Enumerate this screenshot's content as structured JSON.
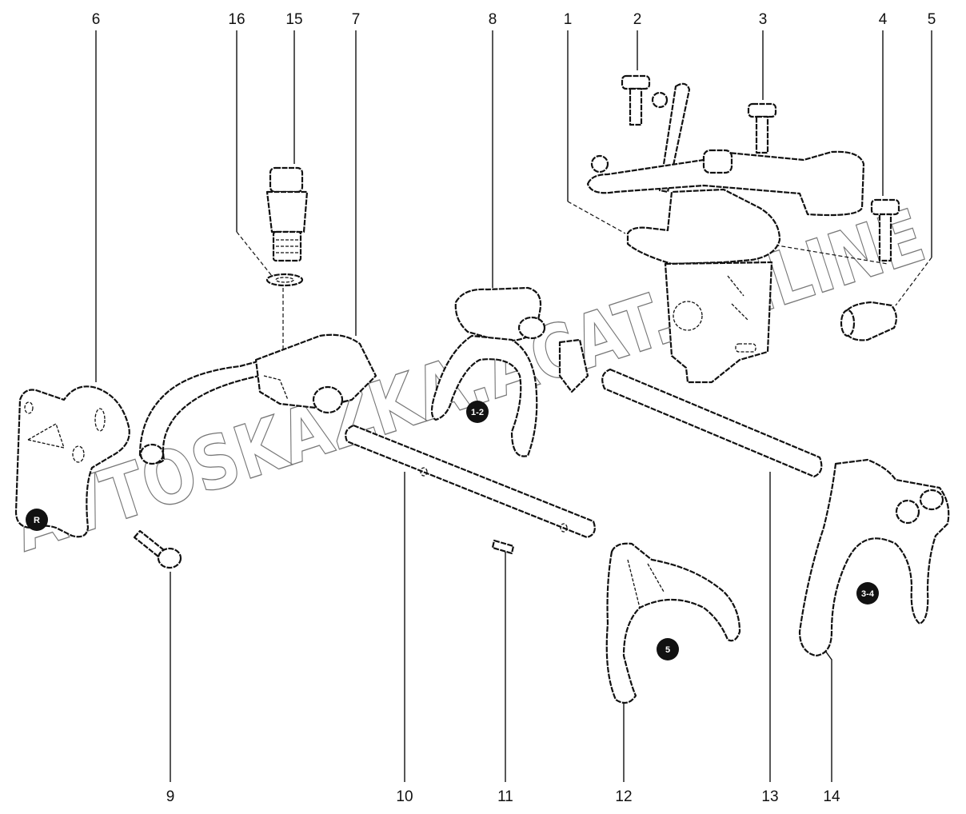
{
  "diagram": {
    "callouts": {
      "c1": "1",
      "c2": "2",
      "c3": "3",
      "c4": "4",
      "c5": "5",
      "c6": "6",
      "c7": "7",
      "c8": "8",
      "c9": "9",
      "c10": "10",
      "c11": "11",
      "c12": "12",
      "c13": "13",
      "c14": "14",
      "c15": "15",
      "c16": "16"
    },
    "gear_badges": {
      "reverse": "R",
      "first_second": "1-2",
      "fifth": "5",
      "third_fourth": "3-4"
    },
    "watermark": "AVTOSKAZKA.ACAT.ONLINE"
  }
}
